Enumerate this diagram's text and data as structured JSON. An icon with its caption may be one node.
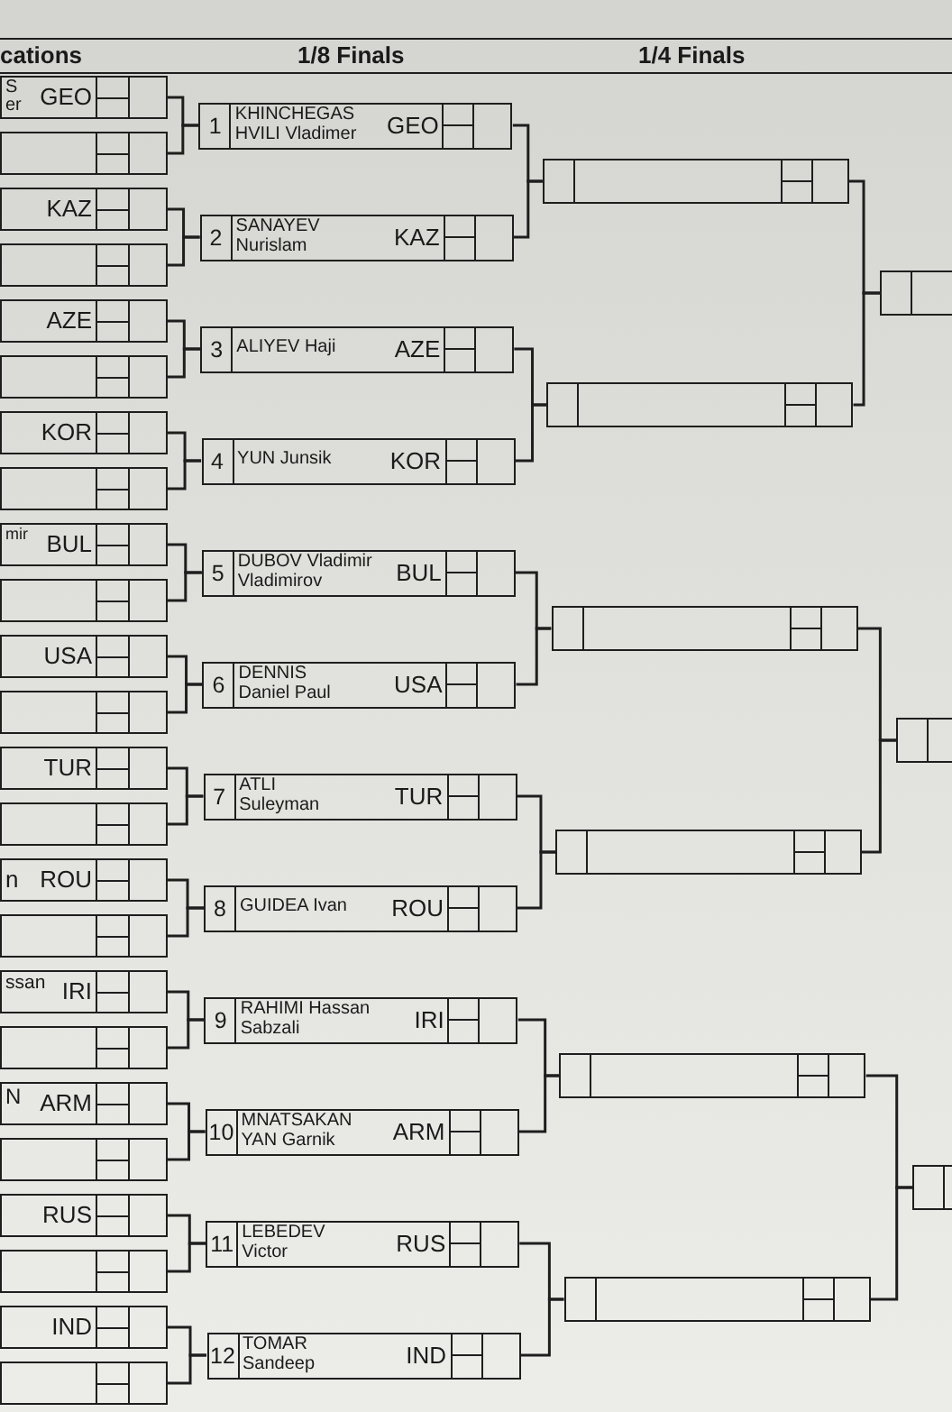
{
  "diagram": {
    "nodes": [
      {
        "text": [
          "S er",
          "GEO"
        ]
      },
      {
        "text": [],
        "shape": "box"
      },
      {
        "text": [
          "KAZ"
        ]
      },
      {
        "text": [],
        "shape": "box"
      },
      {
        "text": [
          "AZE"
        ]
      },
      {
        "text": [],
        "shape": "box"
      },
      {
        "text": [
          "KOR"
        ]
      },
      {
        "text": [],
        "shape": "box"
      },
      {
        "text": [
          "mir",
          "BUL"
        ]
      },
      {
        "text": [],
        "shape": "box"
      },
      {
        "text": [
          "USA"
        ]
      },
      {
        "text": [],
        "shape": "box"
      },
      {
        "text": [
          "TUR"
        ]
      },
      {
        "text": [],
        "shape": "box"
      },
      {
        "text": [
          "n",
          "ROU"
        ]
      },
      {
        "text": [],
        "shape": "box"
      },
      {
        "text": [
          "ssan",
          "IRI"
        ]
      },
      {
        "text": [],
        "shape": "box"
      },
      {
        "text": [
          "N",
          "ARM"
        ]
      },
      {
        "text": [],
        "shape": "box"
      },
      {
        "text": [
          "RUS"
        ]
      },
      {
        "text": [],
        "shape": "box"
      },
      {
        "text": [
          "IND"
        ]
      },
      {
        "text": [],
        "shape": "box"
      },
      {
        "text": [
          "1",
          "KHINCHEGAS HVILI Vladimer",
          "GEO"
        ]
      },
      {
        "text": [
          "2",
          "SANAYEV Nurislam",
          "KAZ"
        ]
      },
      {
        "text": [
          "3",
          "ALIYEV Haji",
          "AZE"
        ]
      },
      {
        "text": [
          "4",
          "YUN Junsik",
          "KOR"
        ]
      },
      {
        "text": [
          "5",
          "DUBOV Vladimir Vladimirov",
          "BUL"
        ]
      },
      {
        "text": [
          "6",
          "DENNIS Daniel Paul",
          "USA"
        ]
      },
      {
        "text": [
          "7",
          "ATLI Suleyman",
          "TUR"
        ]
      },
      {
        "text": [
          "8",
          "GUIDEA Ivan",
          "ROU"
        ]
      },
      {
        "text": [
          "9",
          "RAHIMI Hassan Sabzali",
          "IRI"
        ]
      },
      {
        "text": [
          "10",
          "MNATSAKAN YAN Garnik",
          "ARM"
        ]
      },
      {
        "text": [
          "11",
          "LEBEDEV Victor",
          "RUS"
        ]
      },
      {
        "text": [
          "12",
          "TOMAR Sandeep",
          "IND"
        ]
      },
      {
        "text": [],
        "shape": "box"
      },
      {
        "text": [],
        "shape": "box"
      },
      {
        "text": [],
        "shape": "box"
      },
      {
        "text": [],
        "shape": "box"
      },
      {
        "text": [],
        "shape": "box"
      },
      {
        "text": [],
        "shape": "box"
      },
      {
        "text": [],
        "shape": "box"
      },
      {
        "text": [],
        "shape": "box"
      },
      {
        "text": [],
        "shape": "box"
      }
    ],
    "edges": [
      {
        "from": 0,
        "to": 24,
        "arrow": "none"
      },
      {
        "from": 1,
        "to": 24,
        "arrow": "none"
      },
      {
        "from": 2,
        "to": 25,
        "arrow": "none"
      },
      {
        "from": 3,
        "to": 25,
        "arrow": "none"
      },
      {
        "from": 4,
        "to": 26,
        "arrow": "none"
      },
      {
        "from": 5,
        "to": 26,
        "arrow": "none"
      },
      {
        "from": 6,
        "to": 27,
        "arrow": "none"
      },
      {
        "from": 7,
        "to": 27,
        "arrow": "none"
      },
      {
        "from": 8,
        "to": 28,
        "arrow": "none"
      },
      {
        "from": 9,
        "to": 28,
        "arrow": "none"
      },
      {
        "from": 10,
        "to": 29,
        "arrow": "none"
      },
      {
        "from": 11,
        "to": 29,
        "arrow": "none"
      },
      {
        "from": 12,
        "to": 30,
        "arrow": "none"
      },
      {
        "from": 13,
        "to": 30,
        "arrow": "none"
      },
      {
        "from": 14,
        "to": 31,
        "arrow": "none"
      },
      {
        "from": 15,
        "to": 31,
        "arrow": "none"
      },
      {
        "from": 16,
        "to": 32,
        "arrow": "none"
      },
      {
        "from": 17,
        "to": 32,
        "arrow": "none"
      },
      {
        "from": 18,
        "to": 33,
        "arrow": "none"
      },
      {
        "from": 19,
        "to": 33,
        "arrow": "none"
      },
      {
        "from": 20,
        "to": 34,
        "arrow": "none"
      },
      {
        "from": 21,
        "to": 34,
        "arrow": "none"
      },
      {
        "from": 22,
        "to": 35,
        "arrow": "none"
      },
      {
        "from": 23,
        "to": 35,
        "arrow": "none"
      },
      {
        "from": 24,
        "to": 36,
        "arrow": "none"
      },
      {
        "from": 25,
        "to": 36,
        "arrow": "none"
      },
      {
        "from": 26,
        "to": 37,
        "arrow": "none"
      },
      {
        "from": 27,
        "to": 37,
        "arrow": "none"
      },
      {
        "from": 28,
        "to": 38,
        "arrow": "none"
      },
      {
        "from": 29,
        "to": 38,
        "arrow": "none"
      },
      {
        "from": 30,
        "to": 39,
        "arrow": "none"
      },
      {
        "from": 31,
        "to": 39,
        "arrow": "none"
      },
      {
        "from": 32,
        "to": 40,
        "arrow": "none"
      },
      {
        "from": 33,
        "to": 40,
        "arrow": "none"
      },
      {
        "from": 34,
        "to": 41,
        "arrow": "none"
      },
      {
        "from": 35,
        "to": 41,
        "arrow": "none"
      },
      {
        "from": 36,
        "to": 42,
        "arrow": "none"
      },
      {
        "from": 37,
        "to": 42,
        "arrow": "none"
      },
      {
        "from": 38,
        "to": 43,
        "arrow": "none"
      },
      {
        "from": 39,
        "to": 43,
        "arrow": "none"
      },
      {
        "from": 40,
        "to": 44,
        "arrow": "none"
      },
      {
        "from": 41,
        "to": 44,
        "arrow": "none"
      }
    ],
    "labels": [
      "cations",
      "1/8 Finals",
      "1/4 Finals"
    ]
  }
}
